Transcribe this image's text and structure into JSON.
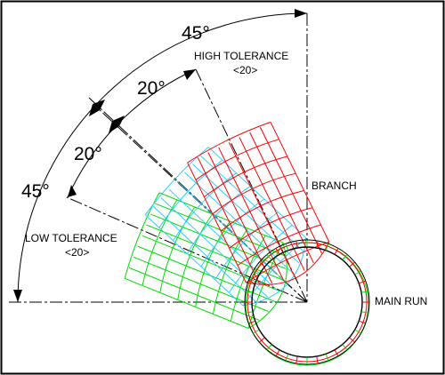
{
  "labels": {
    "angle_outer_top": "45°",
    "angle_outer_left": "45°",
    "angle_inner_top": "20°",
    "angle_inner_left": "20°",
    "high_tolerance": "HIGH TOLERANCE",
    "high_tolerance_value": "<20>",
    "low_tolerance": "LOW TOLERANCE",
    "low_tolerance_value": "<20>",
    "branch": "BRANCH",
    "main_run": "MAIN RUN"
  },
  "colors": {
    "background": "#ffffff",
    "frame": "#000000",
    "dimension": "#000000",
    "high_tolerance_branch": "#ff0000",
    "nominal_branch": "#33ccff",
    "low_tolerance_branch": "#00dd00",
    "main_run_pipe": "#000000"
  }
}
